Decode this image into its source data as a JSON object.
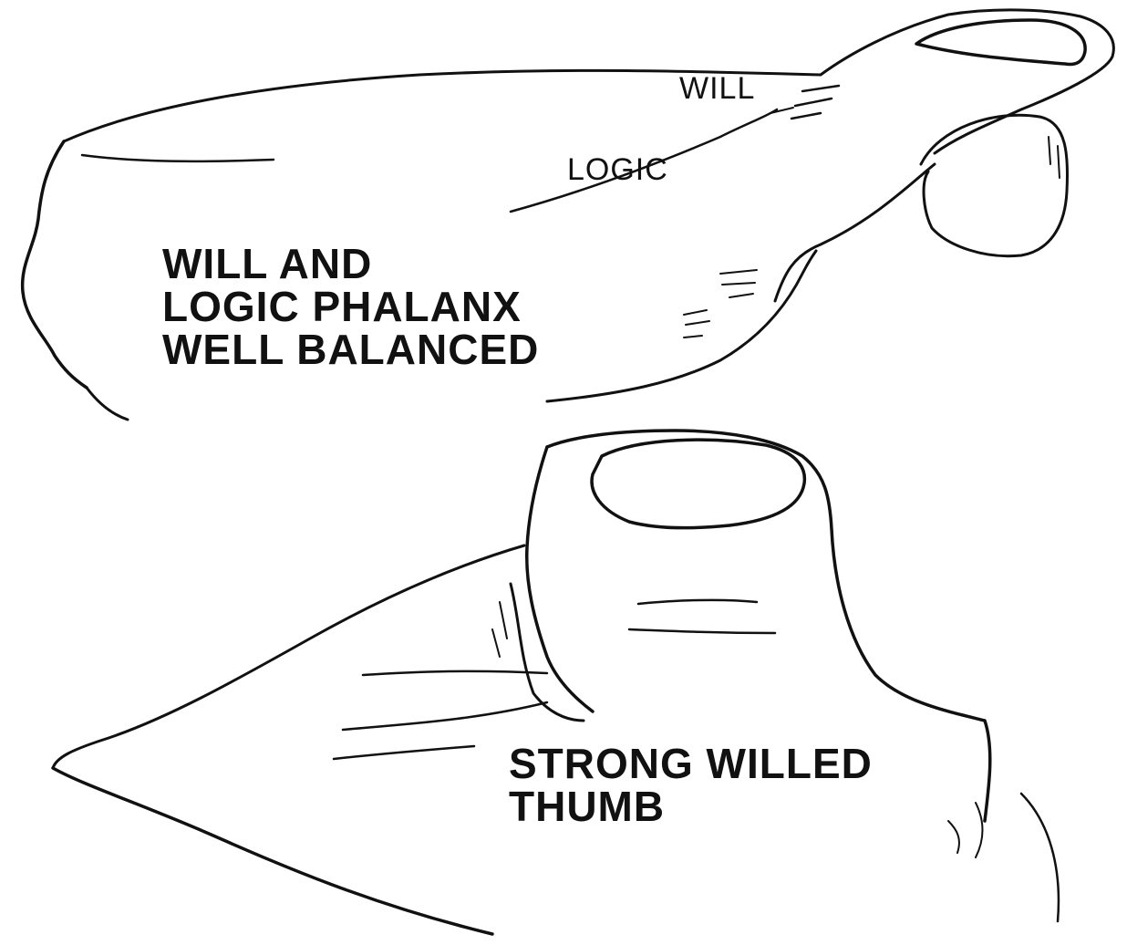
{
  "labels": {
    "will": "WILL",
    "logic": "LOGIC"
  },
  "top_caption": {
    "line1": "WILL AND",
    "line2": "LOGIC PHALANX",
    "line3": "WELL BALANCED"
  },
  "bottom_caption": {
    "line1": "STRONG WILLED",
    "line2": "THUMB"
  }
}
